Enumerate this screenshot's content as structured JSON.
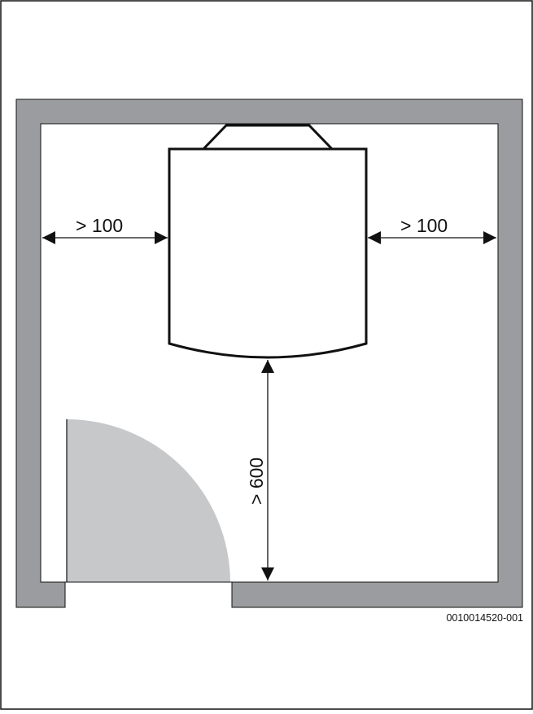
{
  "dimensions": {
    "left_clearance": "> 100",
    "right_clearance": "> 100",
    "front_clearance": "> 600"
  },
  "figure_code": "0010014520-001",
  "colors": {
    "wall": "#9a9c9f",
    "door_swing": "#c7c8ca",
    "line": "#111111",
    "background": "#ffffff"
  }
}
